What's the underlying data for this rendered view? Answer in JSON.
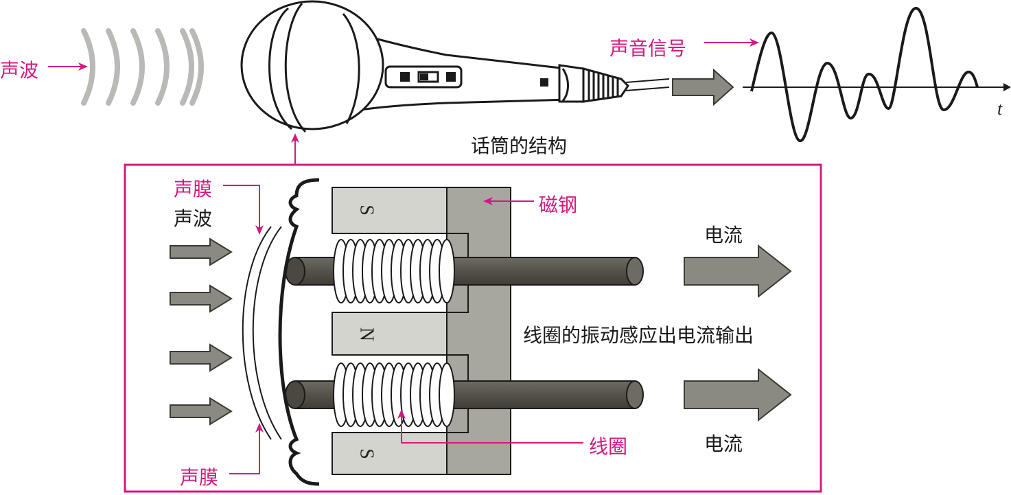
{
  "top": {
    "sound_wave_label": "声波",
    "signal_label": "声音信号",
    "time_axis_label": "t",
    "caption": "话筒的结构"
  },
  "detail": {
    "diaphragm_label_top": "声膜",
    "sound_wave_label": "声波",
    "magnet_label": "磁钢",
    "current_label_top": "电流",
    "current_label_bottom": "电流",
    "explanation": "线圈的振动感应出电流输出",
    "coil_label": "线圈",
    "diaphragm_label_bottom": "声膜",
    "pole_top": "S",
    "pole_middle": "N",
    "pole_bottom": "S"
  },
  "colors": {
    "accent": "#d6177f",
    "arrow_fill": "#8a8a82",
    "magnet_fill": "#a7a69f",
    "pole_fill": "#d4d4cf",
    "rod_fill": "#5a5850",
    "wave_arc": "#b9b9b5"
  }
}
